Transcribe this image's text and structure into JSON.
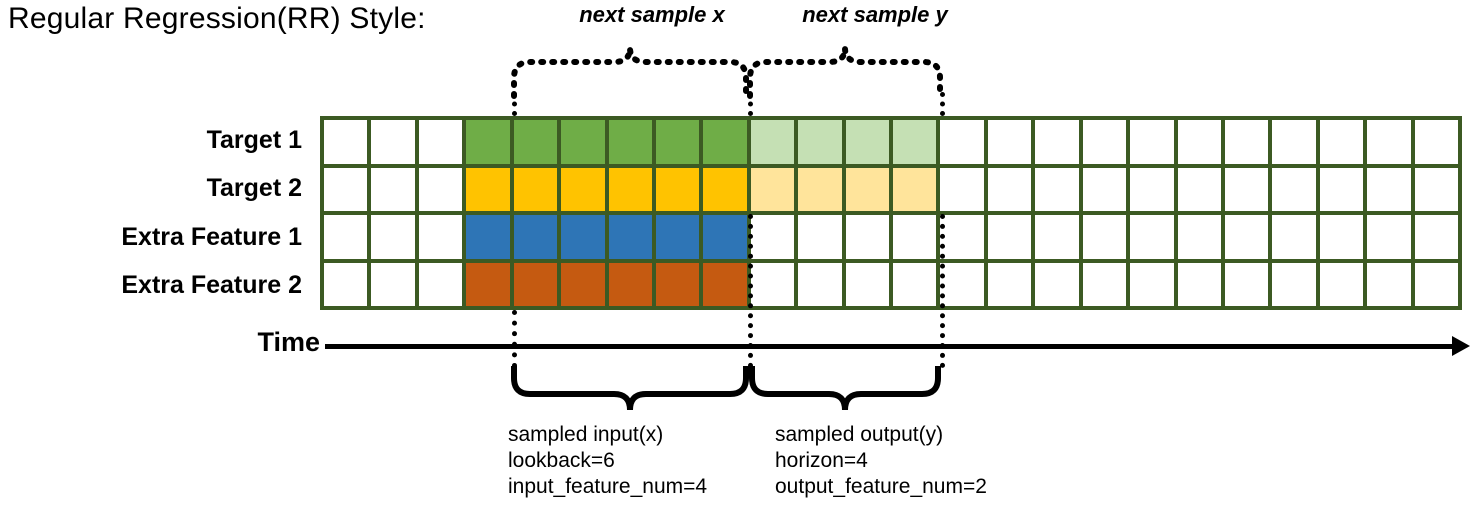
{
  "title": "Regular Regression(RR) Style:",
  "rows": [
    {
      "label": "Target 1",
      "name": "target-1"
    },
    {
      "label": "Target 2",
      "name": "target-2"
    },
    {
      "label": "Extra Feature 1",
      "name": "extra-feature-1"
    },
    {
      "label": "Extra Feature 2",
      "name": "extra-feature-2"
    }
  ],
  "grid": {
    "columns": 24,
    "leading_blank_columns": 3,
    "input_columns": 6,
    "output_columns": 4,
    "trailing_blank_columns": 11,
    "cells": [
      [
        "blank",
        "blank",
        "blank",
        "green",
        "green",
        "green",
        "green",
        "green",
        "green",
        "green-light",
        "green-light",
        "green-light",
        "green-light",
        "blank",
        "blank",
        "blank",
        "blank",
        "blank",
        "blank",
        "blank",
        "blank",
        "blank",
        "blank",
        "blank"
      ],
      [
        "blank",
        "blank",
        "blank",
        "gold",
        "gold",
        "gold",
        "gold",
        "gold",
        "gold",
        "gold-light",
        "gold-light",
        "gold-light",
        "gold-light",
        "blank",
        "blank",
        "blank",
        "blank",
        "blank",
        "blank",
        "blank",
        "blank",
        "blank",
        "blank",
        "blank"
      ],
      [
        "blank",
        "blank",
        "blank",
        "blue",
        "blue",
        "blue",
        "blue",
        "blue",
        "blue",
        "blank",
        "blank",
        "blank",
        "blank",
        "blank",
        "blank",
        "blank",
        "blank",
        "blank",
        "blank",
        "blank",
        "blank",
        "blank",
        "blank",
        "blank"
      ],
      [
        "blank",
        "blank",
        "blank",
        "orange",
        "orange",
        "orange",
        "orange",
        "orange",
        "orange",
        "blank",
        "blank",
        "blank",
        "blank",
        "blank",
        "blank",
        "blank",
        "blank",
        "blank",
        "blank",
        "blank",
        "blank",
        "blank",
        "blank",
        "blank"
      ]
    ]
  },
  "time_axis": {
    "label": "Time"
  },
  "top_braces": [
    {
      "label": "next sample x",
      "name": "next-sample-x"
    },
    {
      "label": "next sample y",
      "name": "next-sample-y"
    }
  ],
  "bottom_captions": [
    {
      "name": "sampled-input",
      "line1": "sampled input(x)",
      "line2": "lookback=6",
      "line3": "input_feature_num=4"
    },
    {
      "name": "sampled-output",
      "line1": "sampled output(y)",
      "line2": "horizon=4",
      "line3": "output_feature_num=2"
    }
  ],
  "colors": {
    "grid_border": "#3c5a23",
    "green": "#6fad47",
    "green_light": "#c5e0b4",
    "gold": "#ffc300",
    "gold_light": "#ffe49b",
    "blue": "#2e75b6",
    "orange": "#c55a11",
    "axis": "#000000"
  }
}
